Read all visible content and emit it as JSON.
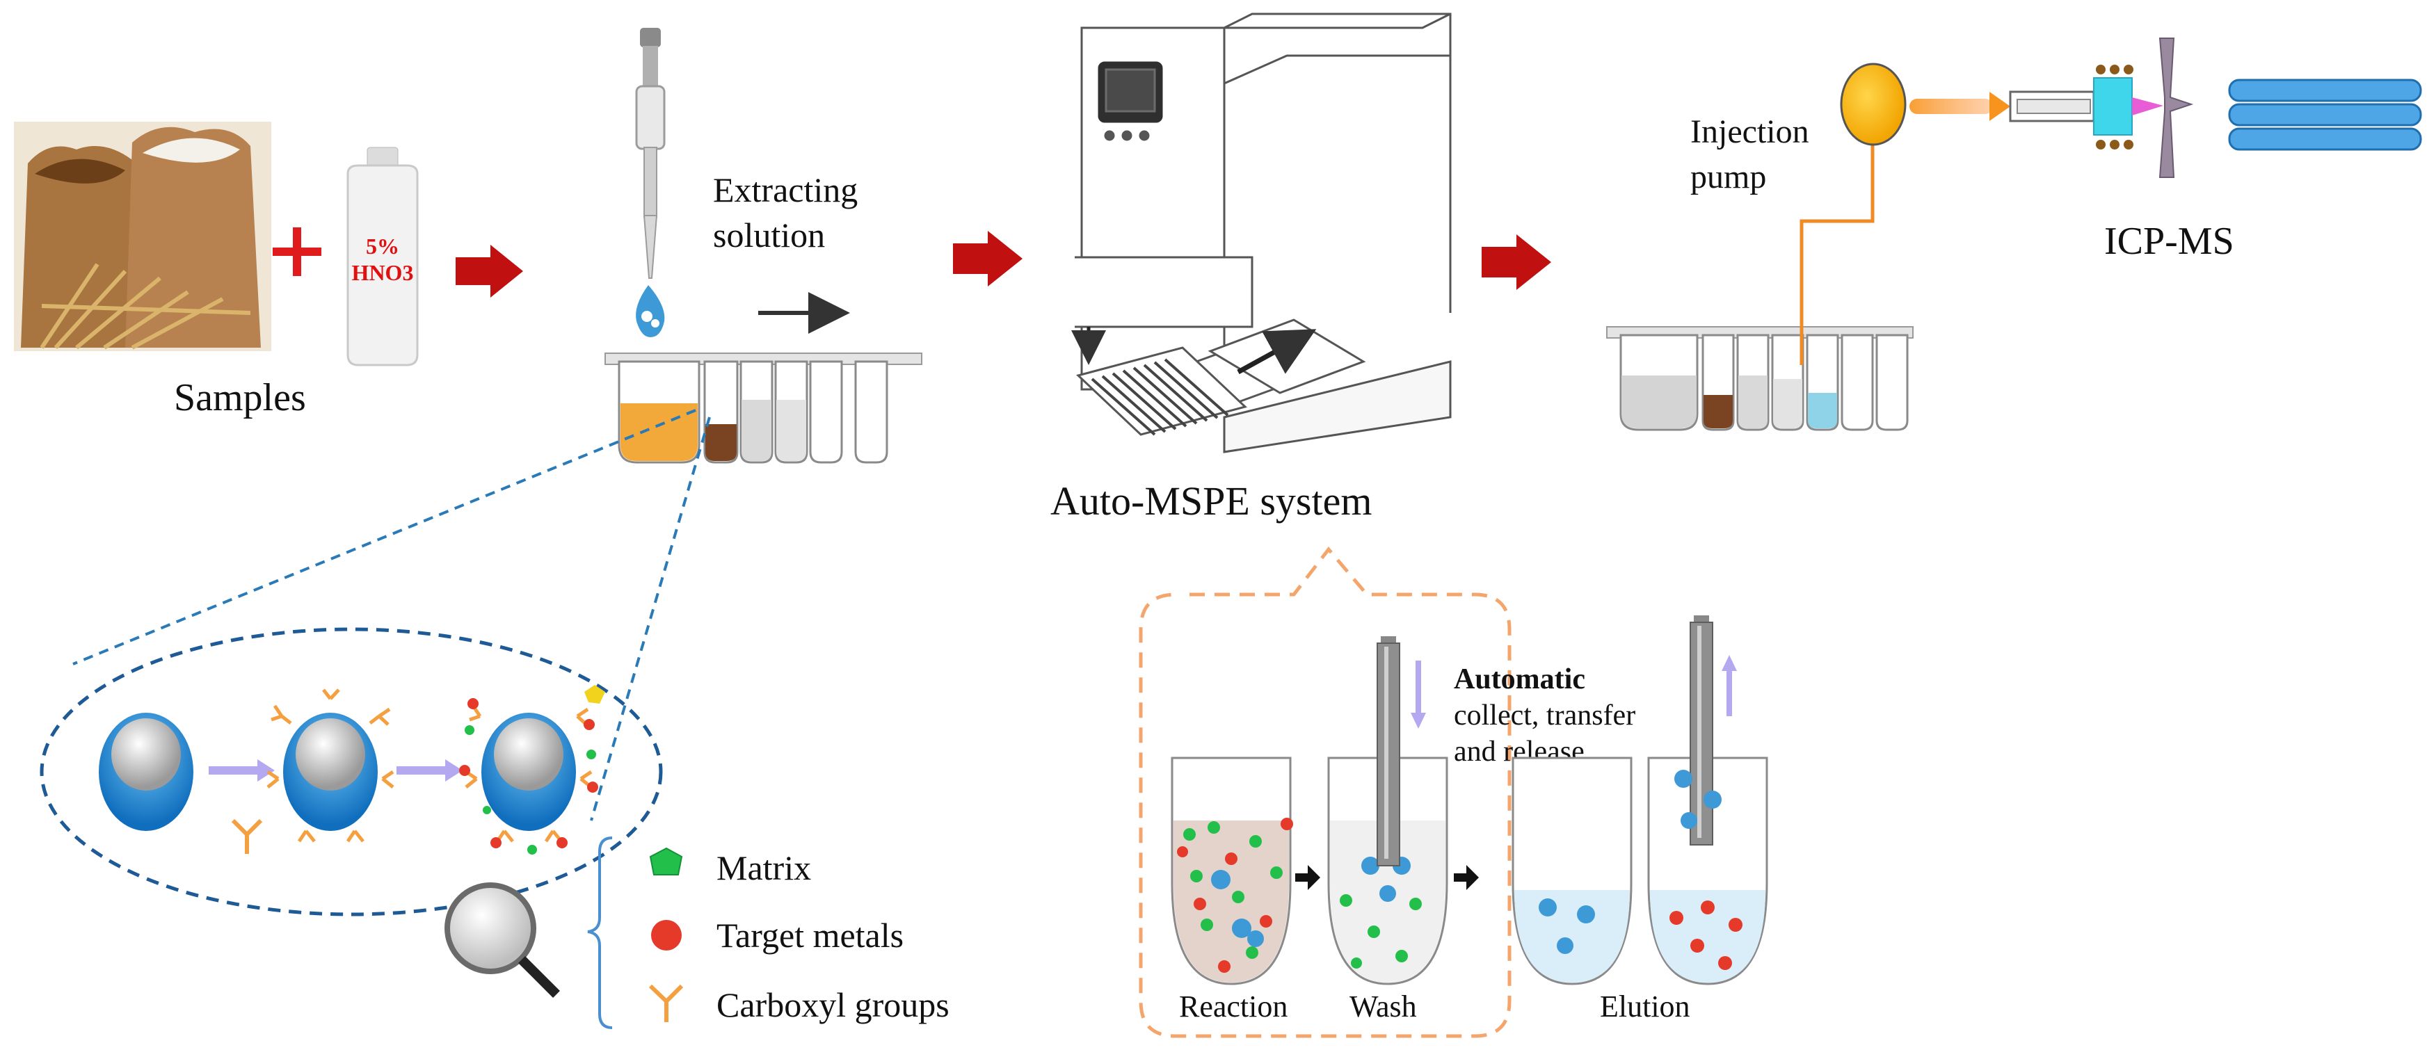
{
  "labels": {
    "samples": "Samples",
    "bottle_line1": "5%",
    "bottle_line2": "HNO3",
    "extracting_line1": "Extracting",
    "extracting_line2": "solution",
    "auto_mspe": "Auto-MSPE system",
    "injection_line1": "Injection",
    "injection_line2": "pump",
    "icpms": "ICP-MS",
    "automatic_bold": "Automatic",
    "automatic_line1_rest": "collect, transfer",
    "automatic_line2": "and release",
    "step_reaction": "Reaction",
    "step_wash": "Wash",
    "step_elution": "Elution"
  },
  "legend": [
    {
      "text": "Matrix",
      "icon": "green-gem-icon",
      "color": "#22c04a"
    },
    {
      "text": "Target metals",
      "icon": "red-sphere-icon",
      "color": "#e53a2a"
    },
    {
      "text": "Carboxyl groups",
      "icon": "y-shaped-icon",
      "color": "#f5a040"
    }
  ],
  "colors": {
    "flow_arrow": "#c01010",
    "plus": "#e01b1b",
    "bottle_text": "#e01010",
    "dashed_blue": "#2a7ab8",
    "dashed_orange": "#f3a56c",
    "pump": "#f7b500",
    "pump_line": "#f08a24",
    "bead_blue": "#1f8bd8",
    "extract_orange": "#f3a83a",
    "extract_brown": "#7a4422",
    "extract_cyan": "#8fd3e8"
  }
}
